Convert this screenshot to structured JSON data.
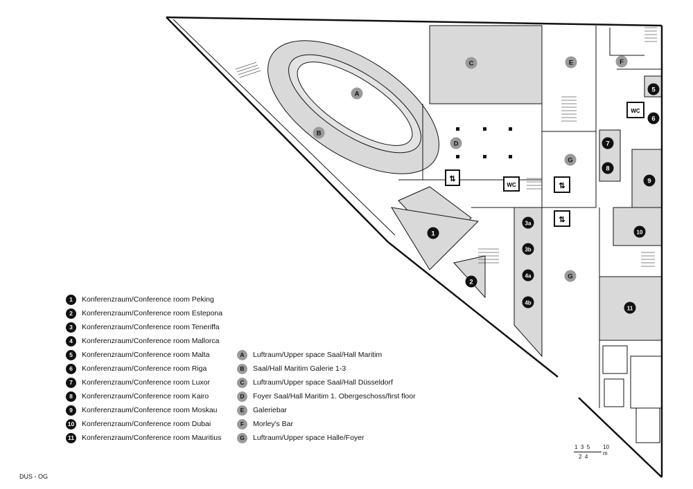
{
  "plan": {
    "room_badges": [
      {
        "label": "1"
      },
      {
        "label": "2"
      },
      {
        "label": "3a"
      },
      {
        "label": "3b"
      },
      {
        "label": "4a"
      },
      {
        "label": "4b"
      },
      {
        "label": "5"
      },
      {
        "label": "6"
      },
      {
        "label": "7"
      },
      {
        "label": "8"
      },
      {
        "label": "9"
      },
      {
        "label": "10"
      },
      {
        "label": "11"
      }
    ],
    "area_badges": [
      {
        "label": "A"
      },
      {
        "label": "B"
      },
      {
        "label": "C"
      },
      {
        "label": "D"
      },
      {
        "label": "E"
      },
      {
        "label": "F"
      },
      {
        "label": "G"
      },
      {
        "label": "G"
      }
    ],
    "wc_labels": [
      "WC",
      "WC"
    ],
    "colors": {
      "room_fill": "#d9d9d9",
      "wall": "#111111",
      "badge_dark": "#111111",
      "badge_grey": "#9a9a9a"
    }
  },
  "legend_rooms": [
    {
      "num": "1",
      "text": "Konferenzraum/Conference room Peking"
    },
    {
      "num": "2",
      "text": "Konferenzraum/Conference room Estepona"
    },
    {
      "num": "3",
      "text": "Konferenzraum/Conference room Teneriffa"
    },
    {
      "num": "4",
      "text": "Konferenzraum/Conference room Mallorca"
    },
    {
      "num": "5",
      "text": "Konferenzraum/Conference room Malta"
    },
    {
      "num": "6",
      "text": "Konferenzraum/Conference room Riga"
    },
    {
      "num": "7",
      "text": "Konferenzraum/Conference room Luxor"
    },
    {
      "num": "8",
      "text": "Konferenzraum/Conference room Kairo"
    },
    {
      "num": "9",
      "text": "Konferenzraum/Conference room Moskau"
    },
    {
      "num": "10",
      "text": "Konferenzraum/Conference room Dubai"
    },
    {
      "num": "11",
      "text": "Konferenzraum/Conference room Mauritius"
    }
  ],
  "legend_areas": [
    {
      "letter": "A",
      "text": "Luftraum/Upper space Saal/Hall Maritim"
    },
    {
      "letter": "B",
      "text": "Saal/Hall Maritim Galerie 1-3"
    },
    {
      "letter": "C",
      "text": "Luftraum/Upper space Saal/Hall Düsseldorf"
    },
    {
      "letter": "D",
      "text": "Foyer Saal/Hall Maritim 1. Obergeschoss/first floor"
    },
    {
      "letter": "E",
      "text": "Galeriebar"
    },
    {
      "letter": "F",
      "text": "Morley's Bar"
    },
    {
      "letter": "G",
      "text": "Luftraum/Upper space Halle/Foyer"
    }
  ],
  "scale": {
    "top_ticks": "1  3  5",
    "unit": "10 m",
    "bottom_ticks": "2  4"
  },
  "footer": "DUS - OG"
}
